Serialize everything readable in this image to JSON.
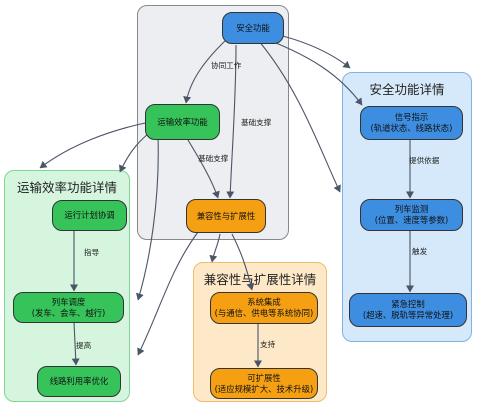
{
  "groups": {
    "core": {
      "title": ""
    },
    "safety": {
      "title": "安全功能详情"
    },
    "efficiency": {
      "title": "运输效率功能详情"
    },
    "compat": {
      "title": "兼容性与扩展性详情"
    }
  },
  "nodes": {
    "safety_func": {
      "line1": "安全功能",
      "line2": ""
    },
    "efficiency_func": {
      "line1": "运输效率功能",
      "line2": ""
    },
    "compat_func": {
      "line1": "兼容性与扩展性",
      "line2": ""
    },
    "signal": {
      "line1": "信号指示",
      "line2": "(轨道状态、线路状态)"
    },
    "monitor": {
      "line1": "列车监测",
      "line2": "(位置、速度等参数)"
    },
    "emergency": {
      "line1": "紧急控制",
      "line2": "(超速、脱轨等异常处理)"
    },
    "plan": {
      "line1": "运行计划协调",
      "line2": ""
    },
    "dispatch": {
      "line1": "列车调度",
      "line2": "(发车、会车、越行)"
    },
    "utilization": {
      "line1": "线路利用率优化",
      "line2": ""
    },
    "integration": {
      "line1": "系统集成",
      "line2": "(与通信、供电等系统协同)"
    },
    "scalability": {
      "line1": "可扩展性",
      "line2": "(适应规模扩大、技术升级)"
    }
  },
  "edge_labels": {
    "cooperate": "协同工作",
    "basic_support_1": "基础支撑",
    "basic_support_2": "基础支撑",
    "provide_basis": "提供依据",
    "trigger": "触发",
    "guide": "指导",
    "improve": "提高",
    "support": "支持"
  },
  "colors": {
    "core_bg": "#eceef1",
    "safety_bg": "#d5e9fb",
    "efficiency_bg": "#d6f5de",
    "compat_bg": "#fde8c8",
    "blue": "#3d8ee0",
    "green": "#36c45a",
    "orange": "#f5a012",
    "edge": "#4a5566"
  }
}
